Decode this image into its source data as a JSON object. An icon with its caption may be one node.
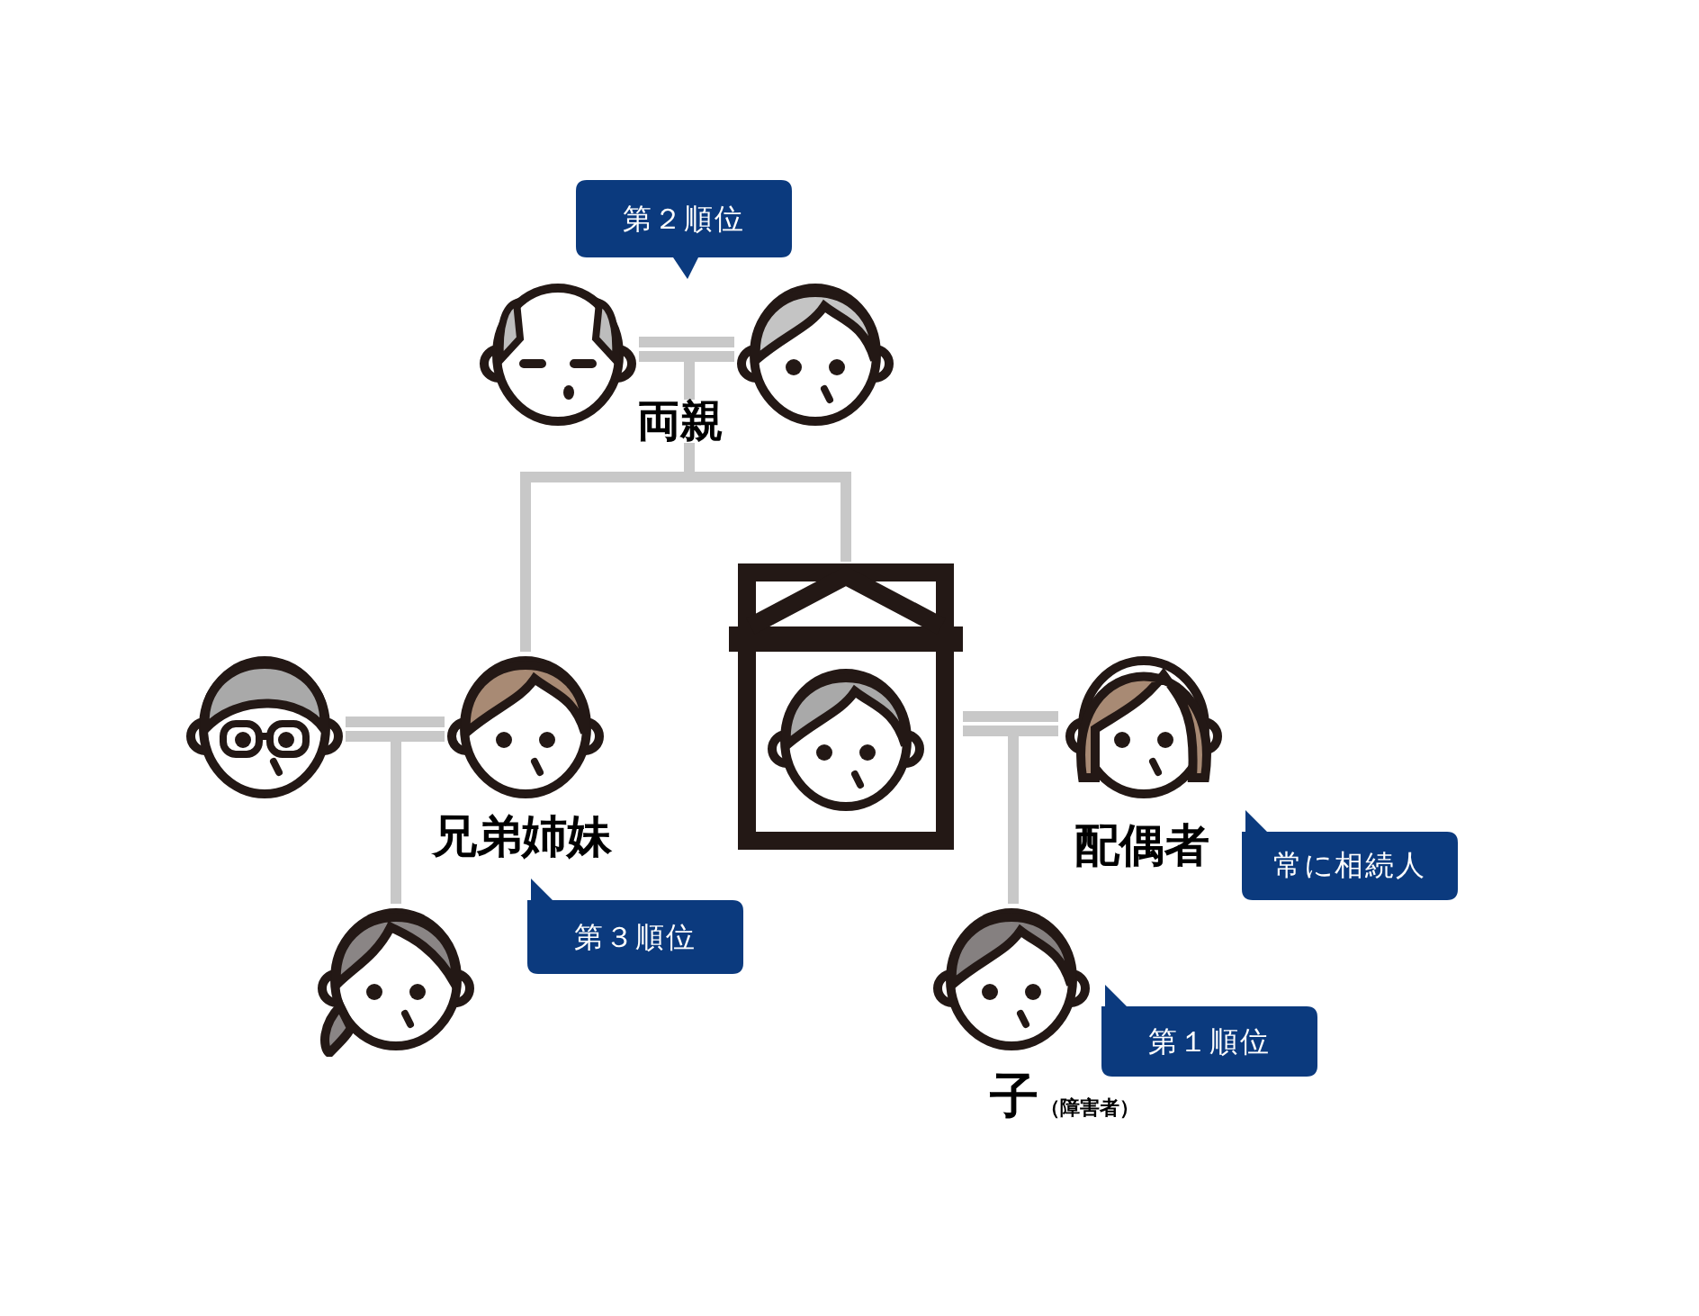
{
  "diagram": {
    "nodes": [
      {
        "text": [],
        "shape": "person"
      },
      {
        "text": [],
        "shape": "person"
      },
      {
        "text": [],
        "shape": "person"
      },
      {
        "text": [],
        "shape": "person",
        "beside": [
          "兄弟姉妹"
        ]
      },
      {
        "text": [],
        "shape": "picture"
      },
      {
        "text": [],
        "shape": "person",
        "beside": [
          "配偶者"
        ]
      },
      {
        "text": [],
        "shape": "person"
      },
      {
        "text": [],
        "shape": "person",
        "beside": [
          "子",
          "（障害者）"
        ]
      },
      {
        "text": [
          "第２順位"
        ]
      },
      {
        "text": [
          "第３順位"
        ]
      },
      {
        "text": [
          "常に相続人"
        ]
      },
      {
        "text": [
          "第１順位"
        ]
      }
    ],
    "edges": [
      {
        "from": 0,
        "to": 1,
        "arrow": "none"
      },
      {
        "from": 0,
        "to": 3,
        "arrow": "none"
      },
      {
        "from": 0,
        "to": 4,
        "arrow": "none"
      },
      {
        "from": 2,
        "to": 3,
        "arrow": "none"
      },
      {
        "from": 3,
        "to": 6,
        "arrow": "none"
      },
      {
        "from": 4,
        "to": 5,
        "arrow": "none"
      },
      {
        "from": 4,
        "to": 7,
        "arrow": "none"
      }
    ],
    "labels": [
      "両親"
    ]
  }
}
